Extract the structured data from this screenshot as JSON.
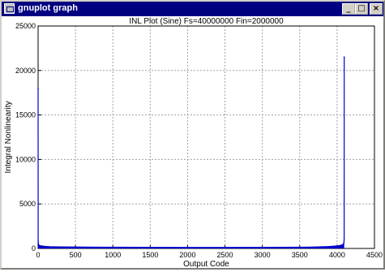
{
  "window": {
    "title": "gnuplot graph",
    "minimize_icon": "minimize-icon",
    "maximize_icon": "maximize-icon",
    "close_icon": "close-icon"
  },
  "colors": {
    "titlebar": "#000080",
    "series": "#0000cc",
    "grid": "#a0a0a0"
  },
  "chart_data": {
    "type": "line",
    "title": "INL Plot (Sine) Fs=40000000 Fin=2000000",
    "xlabel": "Output Code",
    "ylabel": "Integral Nonlinearity",
    "xlim": [
      0,
      4500
    ],
    "ylim": [
      0,
      25000
    ],
    "xticks": [
      0,
      500,
      1000,
      1500,
      2000,
      2500,
      3000,
      3500,
      4000,
      4500
    ],
    "yticks": [
      0,
      5000,
      10000,
      15000,
      20000,
      25000
    ],
    "grid": true,
    "series": [
      {
        "x": [
          0,
          1,
          2,
          5,
          10,
          20,
          40,
          80,
          150,
          300,
          500,
          1000,
          1500,
          2000,
          2500,
          3000,
          3500,
          3700,
          3900,
          4000,
          4050,
          4080,
          4090,
          4094,
          4095
        ],
        "y": [
          18000,
          800,
          600,
          450,
          380,
          320,
          280,
          240,
          200,
          170,
          160,
          140,
          130,
          120,
          120,
          125,
          140,
          160,
          220,
          280,
          350,
          450,
          600,
          1000,
          21500
        ]
      }
    ]
  }
}
